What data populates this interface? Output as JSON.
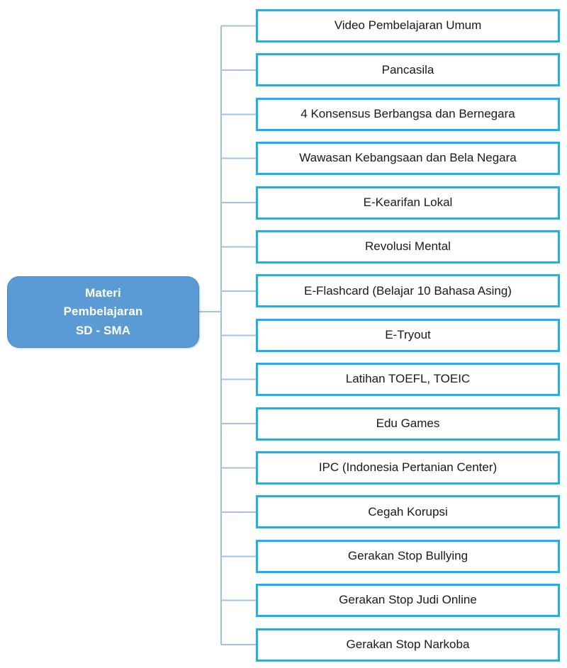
{
  "diagram": {
    "type": "tree-mindmap",
    "orientation": "left-root-right-children",
    "root": {
      "label": "Materi\nPembelajaran\nSD - SMA",
      "fill_color": "#5B9BD5",
      "text_color": "#FFFFFF"
    },
    "colors": {
      "box_border": "#1CB0F0",
      "box_fill": "#FFFFFF",
      "connector_line": "#A3C2E3",
      "box_text": "#1A1A1A",
      "background": "#FFFFFF"
    },
    "children": [
      {
        "label": "Video Pembelajaran Umum"
      },
      {
        "label": "Pancasila"
      },
      {
        "label": "4 Konsensus Berbangsa dan Bernegara"
      },
      {
        "label": "Wawasan Kebangsaan dan Bela Negara"
      },
      {
        "label": "E-Kearifan Lokal"
      },
      {
        "label": "Revolusi Mental"
      },
      {
        "label": "E-Flashcard (Belajar 10 Bahasa Asing)"
      },
      {
        "label": "E-Tryout"
      },
      {
        "label": "Latihan TOEFL, TOEIC"
      },
      {
        "label": "Edu Games"
      },
      {
        "label": "IPC (Indonesia Pertanian Center)"
      },
      {
        "label": "Cegah Korupsi"
      },
      {
        "label": "Gerakan Stop Bullying"
      },
      {
        "label": "Gerakan Stop Judi Online"
      },
      {
        "label": "Gerakan Stop Narkoba"
      }
    ]
  }
}
